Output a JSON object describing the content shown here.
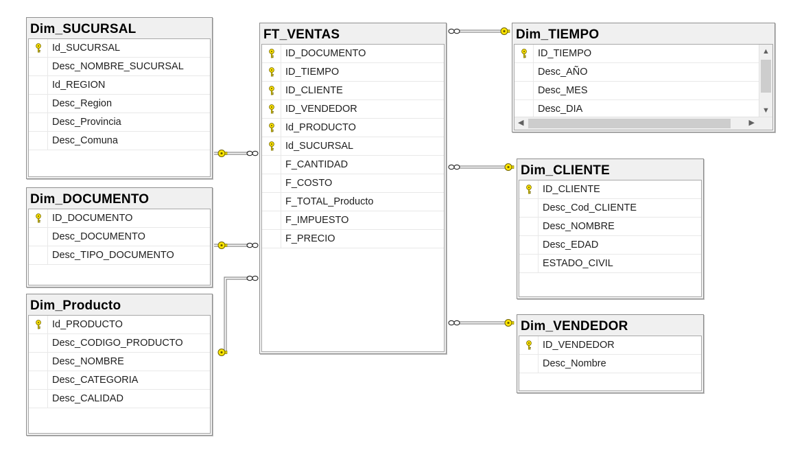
{
  "tables": {
    "sucursal": {
      "title": "Dim_SUCURSAL",
      "columns": [
        {
          "name": "Id_SUCURSAL",
          "key": true
        },
        {
          "name": "Desc_NOMBRE_SUCURSAL",
          "key": false
        },
        {
          "name": "Id_REGION",
          "key": false
        },
        {
          "name": "Desc_Region",
          "key": false
        },
        {
          "name": "Desc_Provincia",
          "key": false
        },
        {
          "name": "Desc_Comuna",
          "key": false
        }
      ]
    },
    "documento": {
      "title": "Dim_DOCUMENTO",
      "columns": [
        {
          "name": "ID_DOCUMENTO",
          "key": true
        },
        {
          "name": "Desc_DOCUMENTO",
          "key": false
        },
        {
          "name": "Desc_TIPO_DOCUMENTO",
          "key": false
        }
      ]
    },
    "producto": {
      "title": "Dim_Producto",
      "columns": [
        {
          "name": "Id_PRODUCTO",
          "key": true
        },
        {
          "name": "Desc_CODIGO_PRODUCTO",
          "key": false
        },
        {
          "name": "Desc_NOMBRE",
          "key": false
        },
        {
          "name": "Desc_CATEGORIA",
          "key": false
        },
        {
          "name": "Desc_CALIDAD",
          "key": false
        }
      ]
    },
    "ventas": {
      "title": "FT_VENTAS",
      "columns": [
        {
          "name": "ID_DOCUMENTO",
          "key": true
        },
        {
          "name": "ID_TIEMPO",
          "key": true
        },
        {
          "name": "ID_CLIENTE",
          "key": true
        },
        {
          "name": "ID_VENDEDOR",
          "key": true
        },
        {
          "name": "Id_PRODUCTO",
          "key": true
        },
        {
          "name": "Id_SUCURSAL",
          "key": true
        },
        {
          "name": "F_CANTIDAD",
          "key": false
        },
        {
          "name": "F_COSTO",
          "key": false
        },
        {
          "name": "F_TOTAL_Producto",
          "key": false
        },
        {
          "name": "F_IMPUESTO",
          "key": false
        },
        {
          "name": "F_PRECIO",
          "key": false
        }
      ]
    },
    "tiempo": {
      "title": "Dim_TIEMPO",
      "columns": [
        {
          "name": "ID_TIEMPO",
          "key": true
        },
        {
          "name": "Desc_AÑO",
          "key": false
        },
        {
          "name": "Desc_MES",
          "key": false
        },
        {
          "name": "Desc_DIA",
          "key": false
        }
      ]
    },
    "cliente": {
      "title": "Dim_CLIENTE",
      "columns": [
        {
          "name": "ID_CLIENTE",
          "key": true
        },
        {
          "name": "Desc_Cod_CLIENTE",
          "key": false
        },
        {
          "name": "Desc_NOMBRE",
          "key": false
        },
        {
          "name": "Desc_EDAD",
          "key": false
        },
        {
          "name": "ESTADO_CIVIL",
          "key": false
        }
      ]
    },
    "vendedor": {
      "title": "Dim_VENDEDOR",
      "columns": [
        {
          "name": "ID_VENDEDOR",
          "key": true
        },
        {
          "name": "Desc_Nombre",
          "key": false
        }
      ]
    }
  },
  "colors": {
    "key_icon": "#e8d800",
    "connector": "#808080",
    "title_bar": "#f0f0f0"
  }
}
